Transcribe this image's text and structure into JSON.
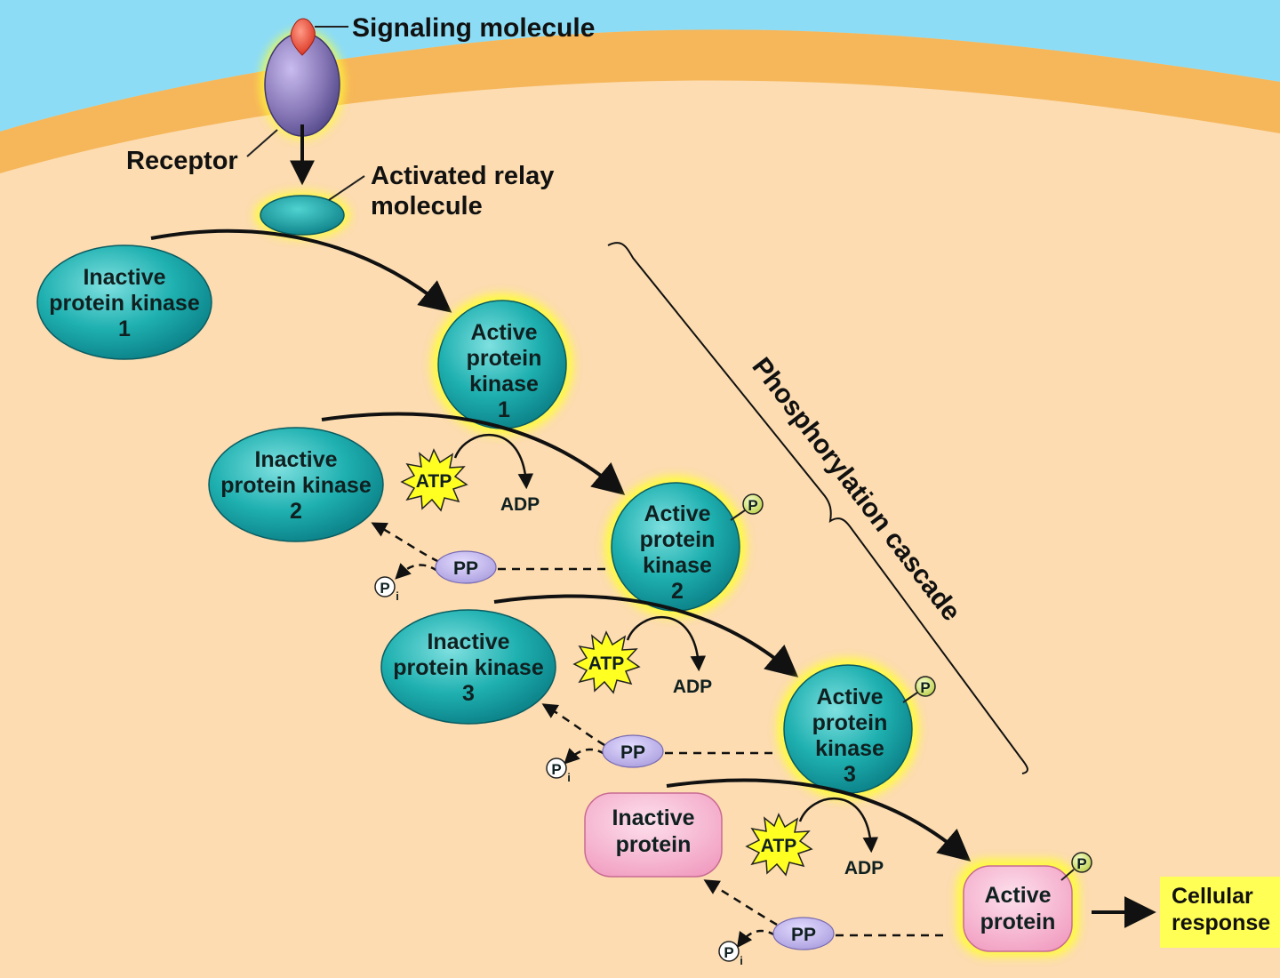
{
  "labels": {
    "signaling_molecule": "Signaling molecule",
    "receptor": "Receptor",
    "relay_line1": "Activated relay",
    "relay_line2": "molecule",
    "cascade": "Phosphorylation cascade",
    "cellular_response_line1": "Cellular",
    "cellular_response_line2": "response"
  },
  "inactive_kinases": [
    {
      "line1": "Inactive",
      "line2": "protein kinase",
      "line3": "1"
    },
    {
      "line1": "Inactive",
      "line2": "protein kinase",
      "line3": "2"
    },
    {
      "line1": "Inactive",
      "line2": "protein kinase",
      "line3": "3"
    }
  ],
  "active_kinases": [
    {
      "line1": "Active",
      "line2": "protein",
      "line3": "kinase",
      "line4": "1"
    },
    {
      "line1": "Active",
      "line2": "protein",
      "line3": "kinase",
      "line4": "2"
    },
    {
      "line1": "Active",
      "line2": "protein",
      "line3": "kinase",
      "line4": "3"
    }
  ],
  "inactive_protein": {
    "line1": "Inactive",
    "line2": "protein"
  },
  "active_protein": {
    "line1": "Active",
    "line2": "protein"
  },
  "atp": "ATP",
  "adp": "ADP",
  "pp": "PP",
  "phosphate": "P",
  "pi_subscript": "i",
  "colors": {
    "cytoplasm": "#fcdcb0",
    "membrane": "#f6b65a",
    "extracellular": "#8cdcf6",
    "kinase": "#19a7a8",
    "glow": "#ffff33",
    "protein": "#f7a7c7",
    "phosphatase": "#c4b9ea",
    "response_box": "#ffff55",
    "receptor": "#8a78b8",
    "ligand": "#ee4433"
  }
}
